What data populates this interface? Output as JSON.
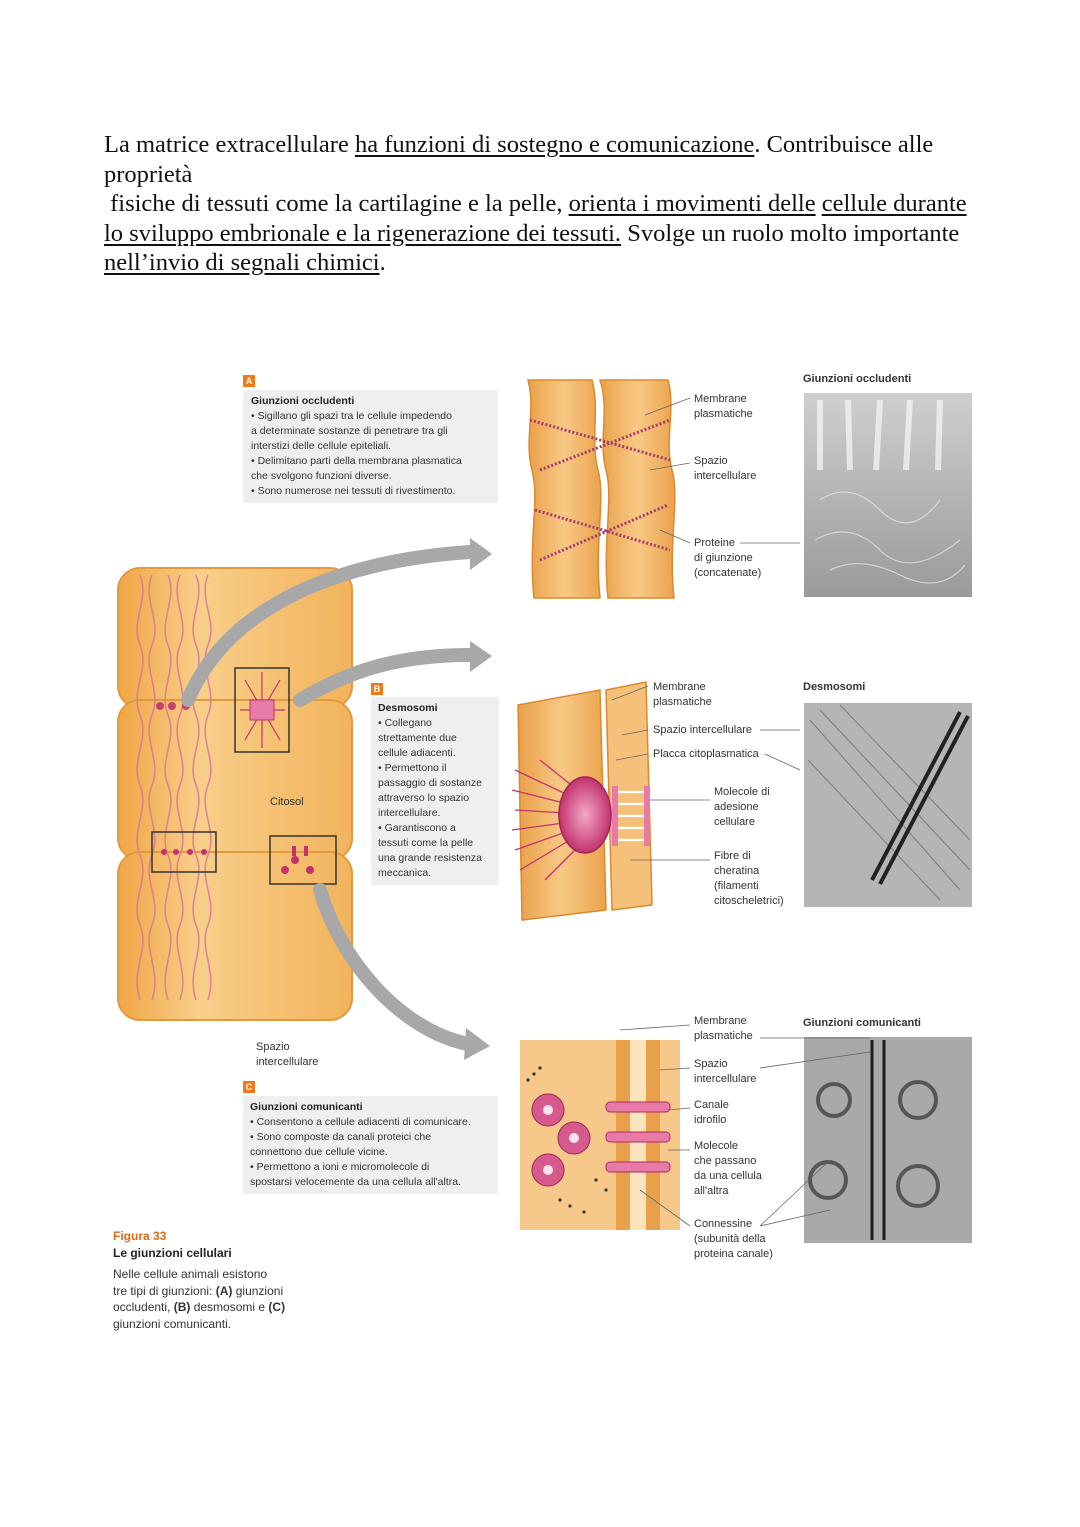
{
  "intro": {
    "line1_plain_a": "La matrice extracellulare ",
    "line1_u": "ha funzioni di sostegno e comunicazione",
    "line1_plain_b": ". Contribuisce alle",
    "line2": "proprietà",
    "line3_plain_a": " fisiche di tessuti come la cartilagine e la pelle, ",
    "line3_u_a": "orienta i movimenti delle",
    "line3_sp": " ",
    "line3_u_b": "cellule durante",
    "line4_u": "lo sviluppo embrionale e la rigenerazione dei tessuti.",
    "line4_plain": " Svolge un ruolo molto importante",
    "line5_u": "nell’invio di segnali chimici",
    "line5_plain": "."
  },
  "box_a": {
    "tag": "A",
    "title": "Giunzioni occludenti",
    "lines": [
      "• Sigillano gli spazi tra le cellule impedendo",
      "a determinate sostanze di penetrare tra gli",
      "interstizi delle cellule epiteliali.",
      "• Delimitano parti della membrana plasmatica",
      "che svolgono funzioni diverse.",
      "• Sono numerose nei tessuti di rivestimento."
    ]
  },
  "box_b": {
    "tag": "B",
    "title": "Desmosomi",
    "lines": [
      "• Collegano",
      "strettamente due",
      "cellule adiacenti.",
      "• Permettono il",
      "passaggio di sostanze",
      "attraverso lo spazio",
      "intercellulare.",
      "• Garantiscono a",
      "tessuti come la pelle",
      "una grande resistenza",
      "meccanica."
    ]
  },
  "box_c": {
    "tag": "C",
    "title": "Giunzioni comunicanti",
    "lines": [
      "• Consentono a cellule adiacenti di comunicare.",
      "• Sono composte da canali proteici che",
      "connettono due cellule vicine.",
      "• Permettono a ioni e micromolecole di",
      "spostarsi velocemente da una cellula all'altra."
    ]
  },
  "cell_labels": {
    "citosol": "Citosol",
    "spazio_1": "Spazio",
    "spazio_2": "intercellulare"
  },
  "tight_labels": {
    "membrane_1": "Membrane",
    "membrane_2": "plasmatiche",
    "spazio_1": "Spazio",
    "spazio_2": "intercellulare",
    "proteine_1": "Proteine",
    "proteine_2": "di giunzione",
    "proteine_3": "(concatenate)"
  },
  "desmo_labels": {
    "membrane_1": "Membrane",
    "membrane_2": "plasmatiche",
    "spazio": "Spazio intercellulare",
    "placca": "Placca citoplasmatica",
    "molecole_1": "Molecole di",
    "molecole_2": "adesione",
    "molecole_3": "cellulare",
    "fibre_1": "Fibre di",
    "fibre_2": "cheratina",
    "fibre_3": "(filamenti",
    "fibre_4": "citoscheletrici)"
  },
  "gap_labels": {
    "membrane_1": "Membrane",
    "membrane_2": "plasmatiche",
    "spazio_1": "Spazio",
    "spazio_2": "intercellulare",
    "canale_1": "Canale",
    "canale_2": "idrofilo",
    "molecole_1": "Molecole",
    "molecole_2": "che passano",
    "molecole_3": "da una cellula",
    "molecole_4": "all'altra",
    "connessine_1": "Connessine",
    "connessine_2": "(subunità della",
    "connessine_3": "proteina canale)"
  },
  "micrograph_titles": {
    "tight": "Giunzioni occludenti",
    "desmo": "Desmosomi",
    "gap": "Giunzioni comunicanti"
  },
  "caption": {
    "number": "Figura 33",
    "title": "Le giunzioni cellulari",
    "l1": "Nelle cellule animali esistono",
    "l2a": "tre tipi di giunzioni: ",
    "l2b": "(A)",
    "l2c": " giunzioni",
    "l3a": "occludenti, ",
    "l3b": "(B)",
    "l3c": " desmosomi e ",
    "l3d": "(C)",
    "l4": "giunzioni comunicanti."
  },
  "colors": {
    "cell_fill": "#f3b35b",
    "cell_light": "#f9d28e",
    "membrane": "#d98a2c",
    "protein": "#c2336e",
    "tag_orange": "#f07a1a",
    "arrow_gray": "#a8a8a8",
    "box_gray": "#efefef"
  }
}
